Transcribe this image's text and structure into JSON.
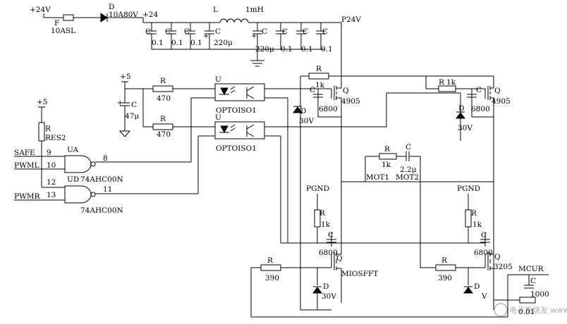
{
  "power": {
    "vin": "+24V",
    "fuse": {
      "ref": "F",
      "value": "10ASL"
    },
    "diode": {
      "ref": "D",
      "value": "10A80V"
    },
    "rail": "+24",
    "inductor": {
      "ref": "L",
      "value": "1mH"
    },
    "p24v": "P24V",
    "caps_left": [
      {
        "ref": "C",
        "value": "0.1"
      },
      {
        "ref": "C",
        "value": "0.1"
      },
      {
        "ref": "C",
        "value": "0.1"
      },
      {
        "ref": "C",
        "value": "220μ"
      }
    ],
    "caps_right": [
      {
        "ref": "C",
        "value": "220μ"
      },
      {
        "ref": "C",
        "value": "0.1"
      },
      {
        "ref": "C",
        "value": "0.1"
      },
      {
        "ref": "C",
        "value": "0.1"
      }
    ]
  },
  "logic": {
    "plus5_top": "+5",
    "plus5_res": "+5",
    "r_in1": {
      "ref": "R",
      "value": "470"
    },
    "r_in2": {
      "ref": "R",
      "value": "470"
    },
    "c47": {
      "ref": "C",
      "value": "47μ"
    },
    "res2": {
      "ref": "R",
      "value": "RES2"
    },
    "opto1": {
      "ref": "U",
      "value": "OPTOISO1"
    },
    "opto2": {
      "ref": "U",
      "value": "OPTOISO1"
    },
    "gate_a": {
      "ref": "UA",
      "part": "74AHC00N",
      "in1_pin": "9",
      "in2_pin": "10",
      "out_pin": "8"
    },
    "gate_d": {
      "ref": "UD",
      "part": "74AHC00N",
      "in1_pin": "12",
      "in2_pin": "13",
      "out_pin": "11"
    },
    "signals": {
      "safe": "SAFE",
      "pwml": "PWML",
      "pwmr": "PWMR"
    }
  },
  "bridge": {
    "r_top": {
      "ref": "R"
    },
    "r1k_a": {
      "ref": "1k"
    },
    "q_a": {
      "ref": "Q",
      "value": "4905"
    },
    "c_a": {
      "ref": "C",
      "value": "6800"
    },
    "d_a": {
      "ref": "D",
      "value": "30V"
    },
    "r1k_b": {
      "ref": "R",
      "value": "1k"
    },
    "q_b": {
      "ref": "Q",
      "value": "4905"
    },
    "c_b": {
      "ref": "C",
      "value": "6800"
    },
    "d_b": {
      "ref": "D",
      "value": "30V"
    },
    "motor_r": {
      "ref": "R",
      "value": "1k"
    },
    "motor_c": {
      "ref": "C",
      "value": "2.2μ"
    },
    "mot1": "MOT1",
    "mot2": "MOT2",
    "pgnd_l": "PGND",
    "pgnd_r": "PGND",
    "r_low_l": {
      "ref": "R",
      "value": "1k"
    },
    "c_low_l": {
      "ref": "C",
      "value": "6800"
    },
    "q_low_l": {
      "ref": "Q",
      "value": "MIOSFFT"
    },
    "r390_l": {
      "ref": "R",
      "value": "390"
    },
    "d_low_l": {
      "ref": "D",
      "value": "30V"
    },
    "r_low_r": {
      "ref": "R",
      "value": "1k"
    },
    "c_low_r": {
      "ref": "C",
      "value": "6800"
    },
    "q_low_r": {
      "ref": "Q",
      "value": "3205"
    },
    "r390_r": {
      "ref": "R",
      "value": "390"
    },
    "d_low_r": {
      "ref": "D",
      "value": "V"
    },
    "mcur": "MCUR",
    "c_cur": {
      "ref": "C",
      "value": "1000"
    },
    "r_cur": {
      "value": "0.01"
    }
  },
  "watermark": "电子发烧友 www.elecfans.com"
}
